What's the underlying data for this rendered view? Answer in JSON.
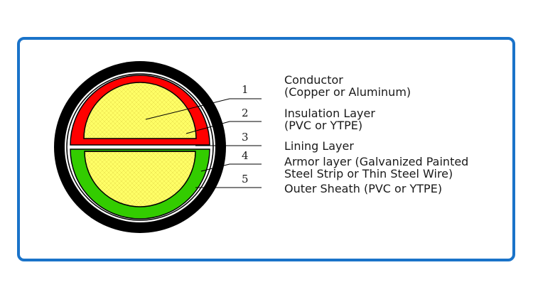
{
  "colors": {
    "frame_border": "#1a73c9",
    "outer_sheath": "#000000",
    "insulation_top": "#ff0000",
    "insulation_bottom": "#33cc00",
    "conductor": "#ffff66"
  },
  "callouts": [
    {
      "number": "1",
      "lines": [
        "Conductor",
        "(Copper or Aluminum)"
      ]
    },
    {
      "number": "2",
      "lines": [
        "Insulation Layer",
        "(PVC or YTPE)"
      ]
    },
    {
      "number": "3",
      "lines": [
        "Lining Layer"
      ]
    },
    {
      "number": "4",
      "lines": [
        "Armor layer (Galvanized Painted",
        "Steel Strip or Thin Steel Wire)"
      ]
    },
    {
      "number": "5",
      "lines": [
        "Outer Sheath (PVC or YTPE)"
      ]
    }
  ]
}
